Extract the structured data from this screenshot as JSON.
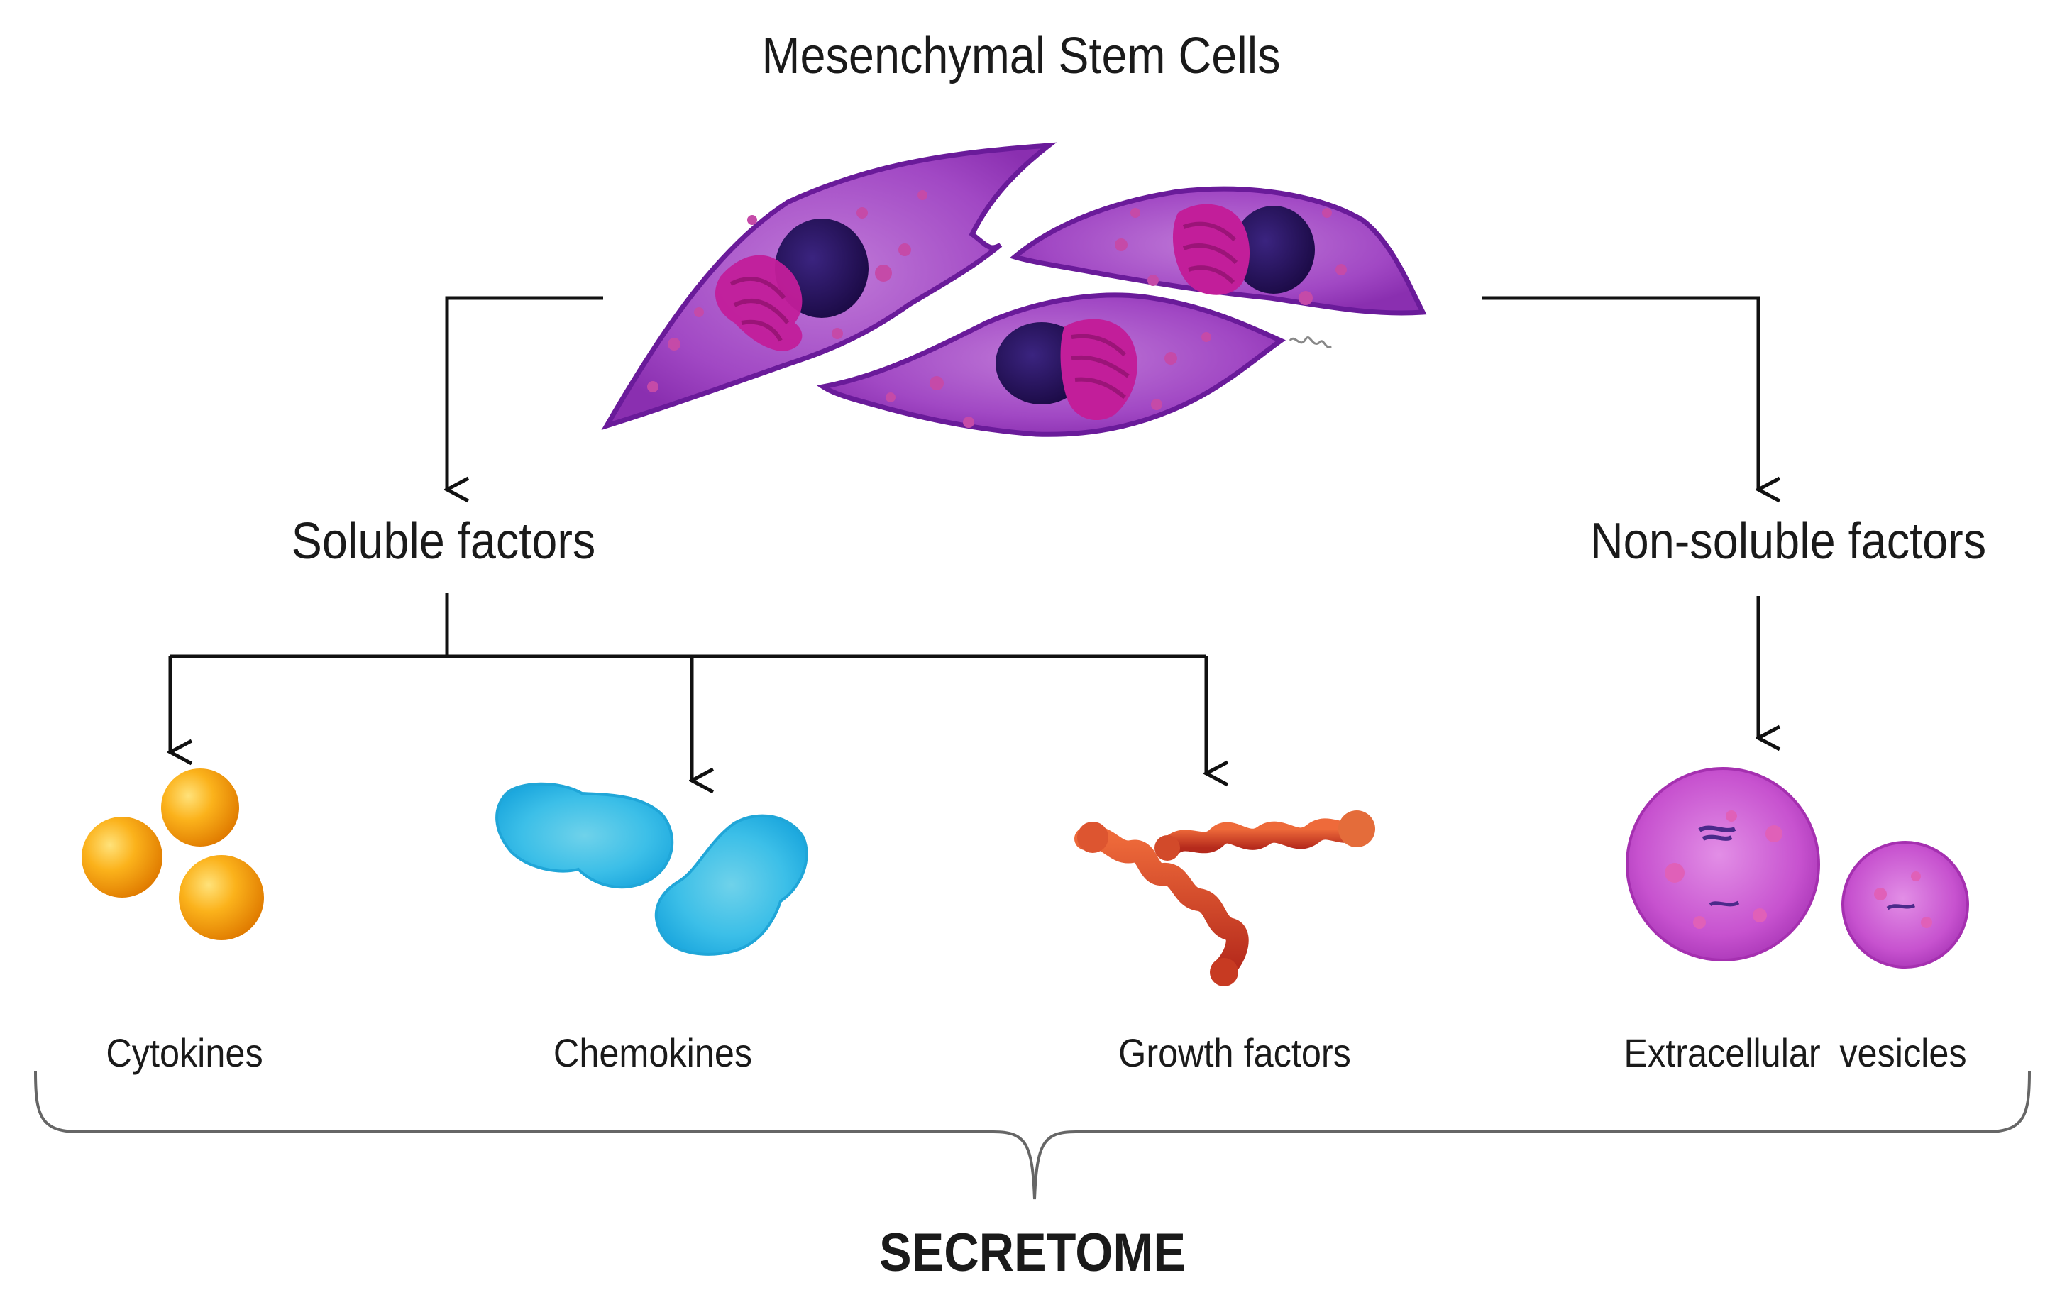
{
  "title": "Mesenchymal Stem Cells",
  "branches": {
    "soluble": "Soluble factors",
    "non_soluble": "Non-soluble factors"
  },
  "items": {
    "cytokines": "Cytokines",
    "chemokines": "Chemokines",
    "growth_factors": "Growth factors",
    "extracellular_vesicles": "Extracellular vesicles"
  },
  "group_label": "SECRETOME",
  "colors": {
    "cell_fill": "#a148c4",
    "cell_outline": "#6a1b9a",
    "nucleus": "#2e1363",
    "golgi": "#c21e9a",
    "cytokine": "#f7a50a",
    "chemokine": "#3fc8ef",
    "growth_factor": "#cf4324",
    "vesicle": "#c64fcf",
    "line": "#111111"
  }
}
